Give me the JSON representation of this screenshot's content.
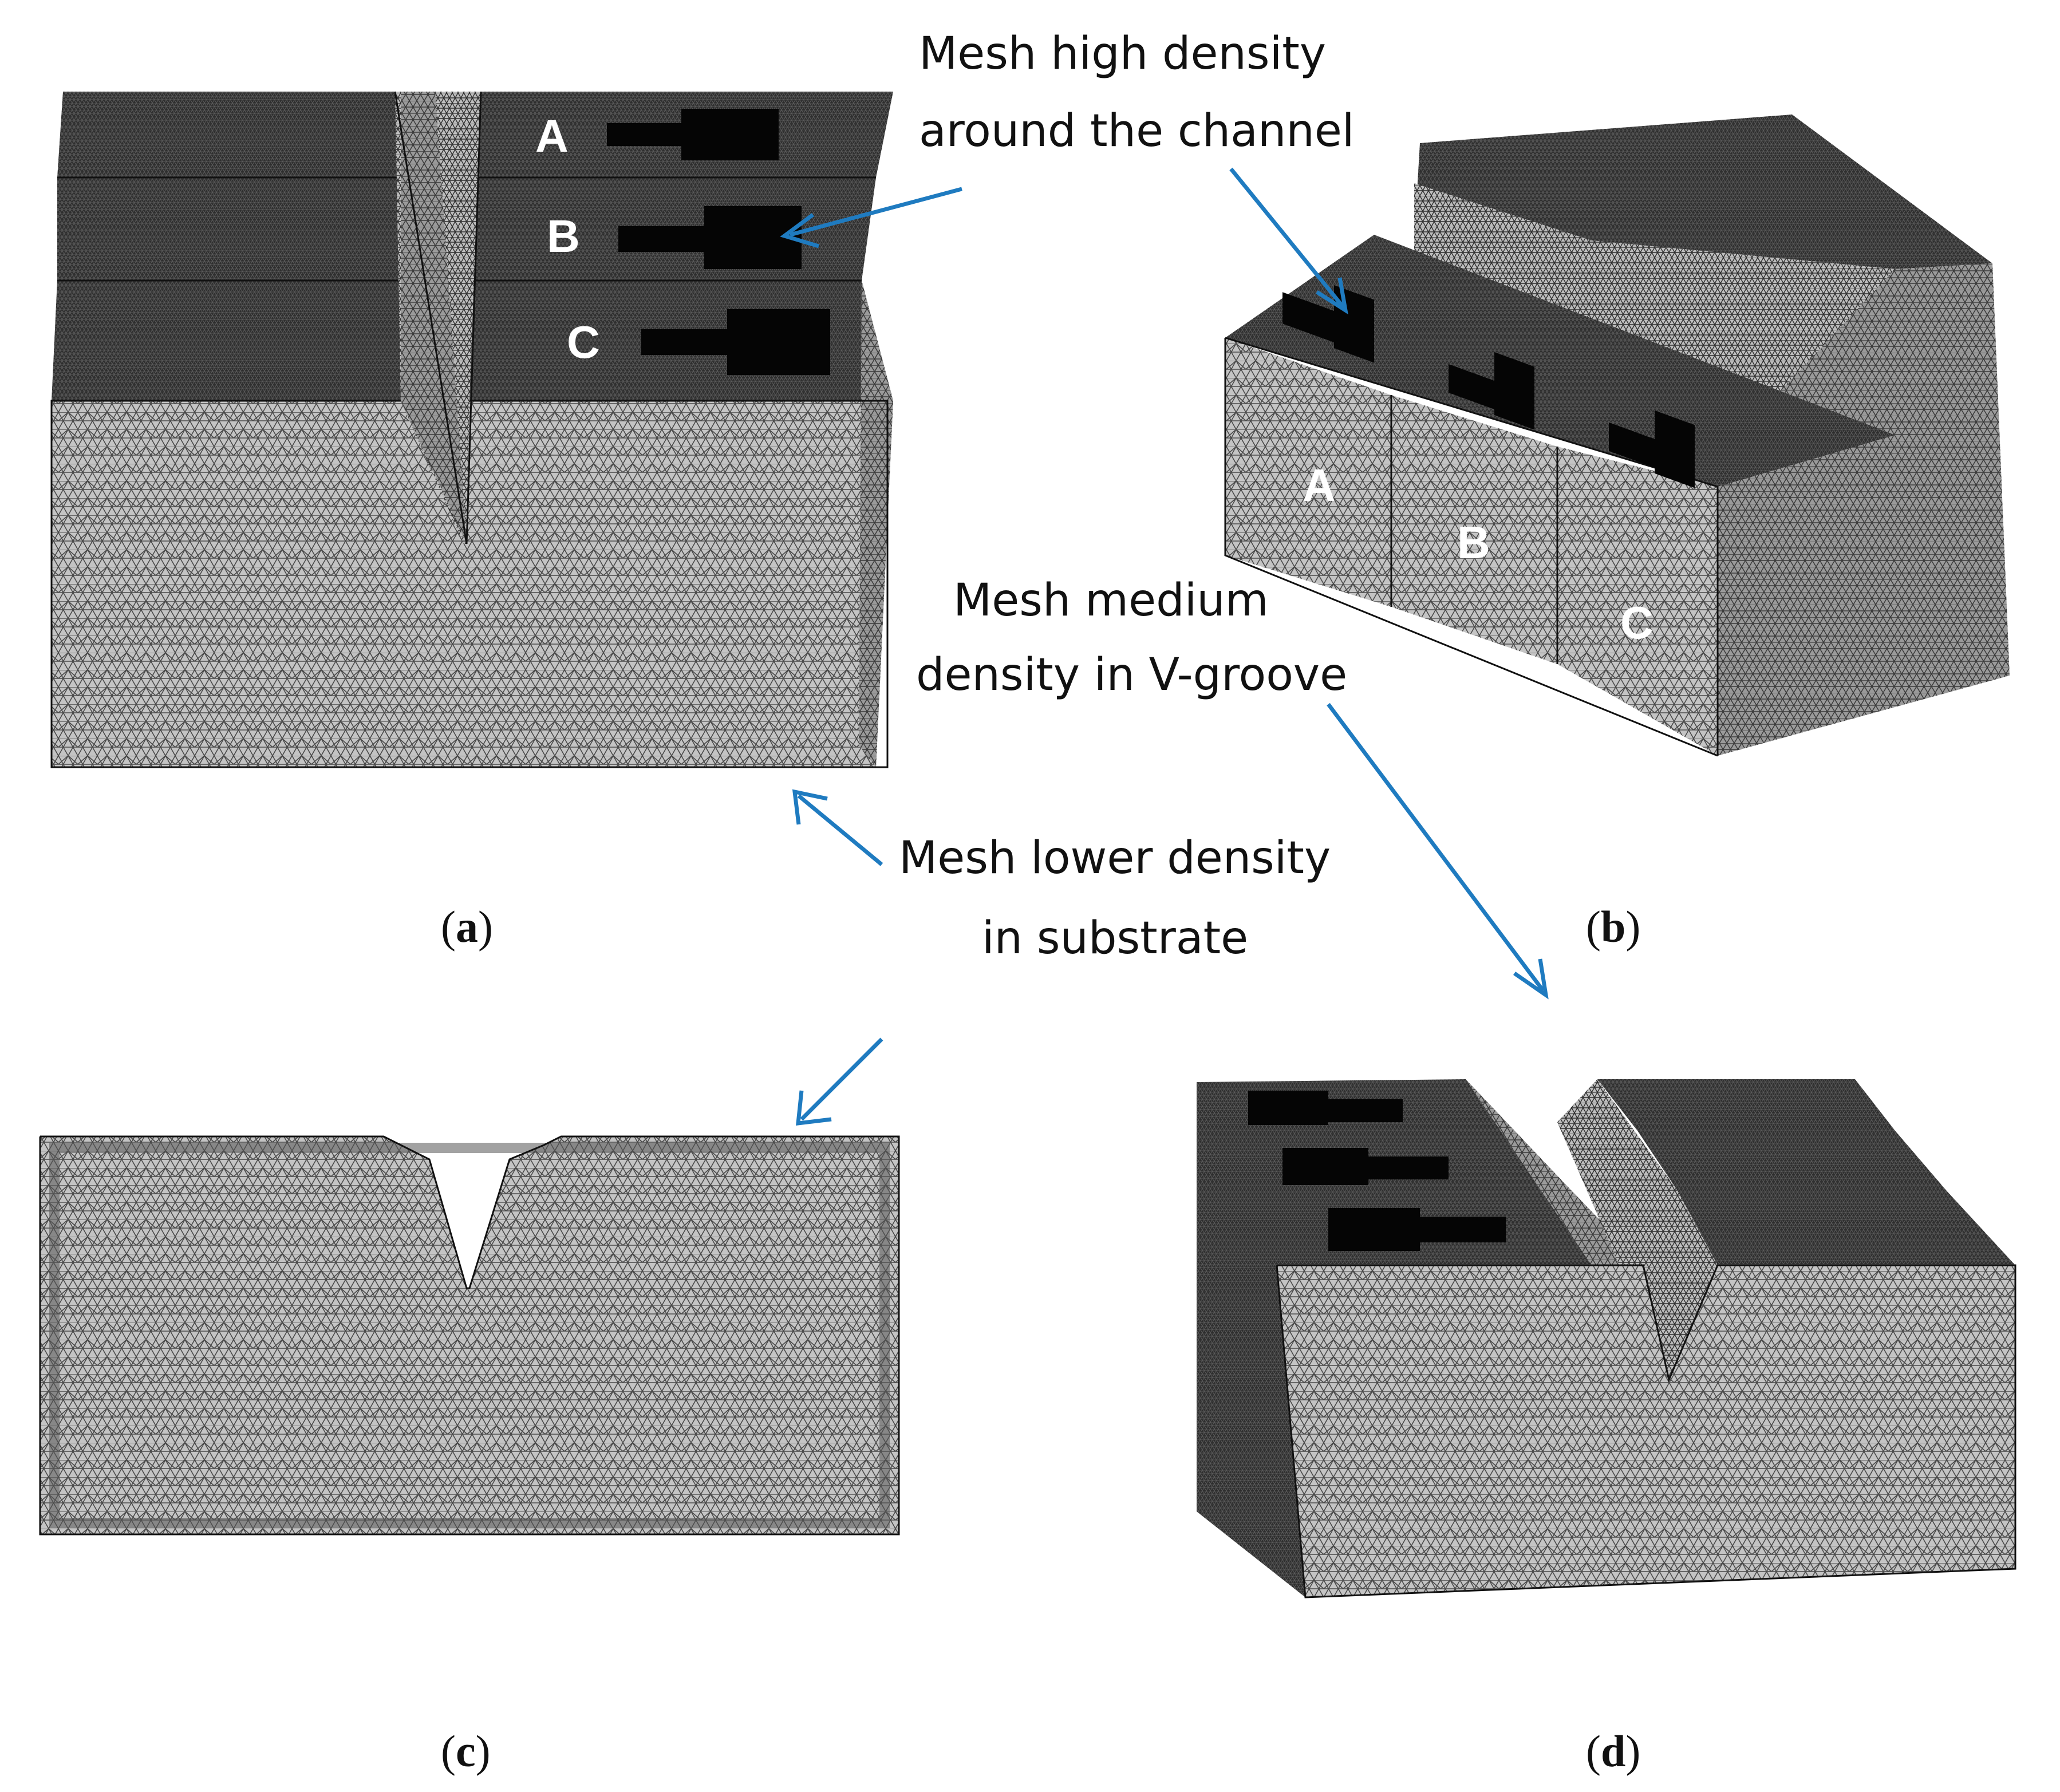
{
  "annotations": {
    "high_density": [
      "Mesh  high  density",
      "around the channel"
    ],
    "medium_density": [
      "Mesh medium",
      "density in V-groove"
    ],
    "lower_density": [
      "Mesh lower density",
      "in substrate"
    ]
  },
  "block_labels": [
    "A",
    "B",
    "C"
  ],
  "captions": {
    "a": "a",
    "b": "b",
    "c": "c",
    "d": "d"
  },
  "colors": {
    "arrow": "#1f7bc0",
    "mesh_dark": "#2a2a2a",
    "mesh_light": "#b9b9b9",
    "channel": "#050505",
    "label": "#ffffff"
  }
}
